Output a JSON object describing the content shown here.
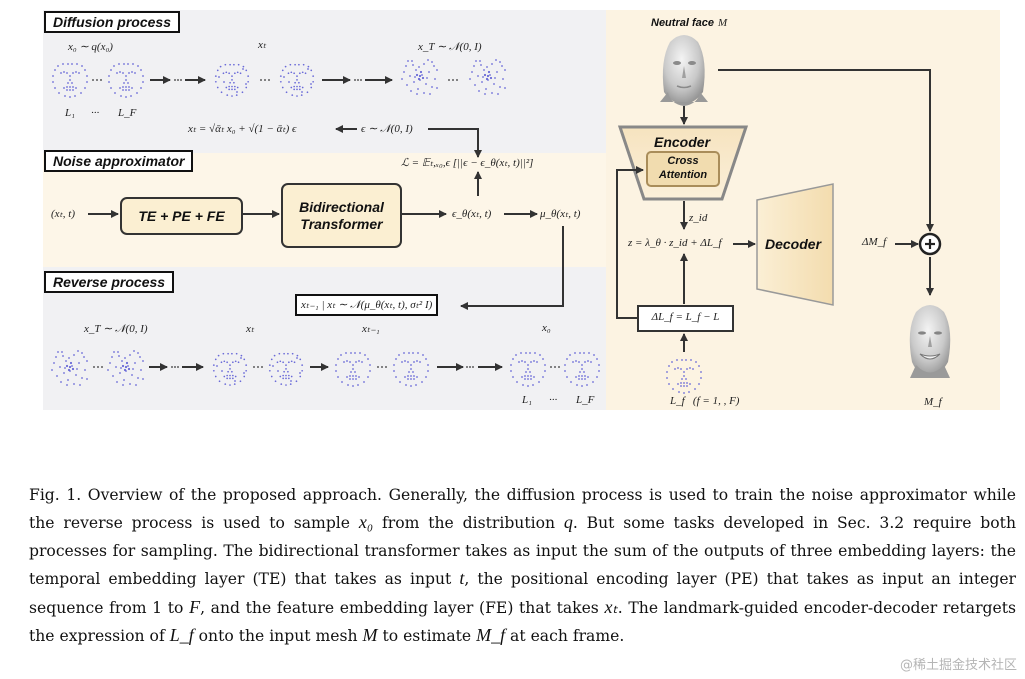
{
  "diffusion": {
    "title": "Diffusion process",
    "x0_dist": "x₀ ∼ q(x₀)",
    "xt": "xₜ",
    "xT_dist": "x_T ∼ 𝒩(0, I)",
    "L1": "L₁",
    "dots": "···",
    "LF": "L_F",
    "xt_formula": "xₜ = √ᾱₜ x₀ + √(1 − ᾱₜ) ϵ",
    "eps_dist": "ϵ ∼ 𝒩(0, I)"
  },
  "noise": {
    "title": "Noise approximator",
    "loss": "ℒ = 𝔼ₜ,ₓ₀,ϵ [||ϵ − ϵ_θ(xₜ, t)||²]",
    "input": "(xₜ, t)",
    "embed_box": "TE + PE + FE",
    "transformer_line1": "Bidirectional",
    "transformer_line2": "Transformer",
    "eps_theta": "ϵ_θ(xₜ, t)",
    "mu_theta": "μ_θ(xₜ, t)"
  },
  "reverse": {
    "title": "Reverse process",
    "sampling": "xₜ₋₁ | xₜ ∼ 𝒩(μ_θ(xₜ, t), σₜ² I)",
    "xT_dist": "x_T ∼ 𝒩(0, I)",
    "xt": "xₜ",
    "xt1": "xₜ₋₁",
    "x0": "x₀",
    "L1": "L₁",
    "dots": "···",
    "LF": "L_F"
  },
  "retarget": {
    "neutral_label": "Neutral face",
    "neutral_var": "M",
    "encoder": "Encoder",
    "cross_line1": "Cross",
    "cross_line2": "Attention",
    "z_id": "z_id",
    "z_formula": "z = λ_θ · z_id + ΔL_f",
    "decoder": "Decoder",
    "delta_m": "ΔM_f",
    "plus": "+",
    "delta_l": "ΔL_f = L_f − L",
    "lf_label": "L_f   (f = 1, , F)",
    "mf_label": "M_f"
  },
  "caption": {
    "p1": "Fig. 1. Overview of the proposed approach. Generally, the diffusion process is used to train the noise approximator while the reverse process is used to sample ",
    "v1": "x₀",
    "p2": " from the distribution ",
    "v2": "q",
    "p3": ". But some tasks developed in Sec. 3.2 require both processes for sampling. The bidirectional transformer takes as input the sum of the outputs of three embedding layers: the temporal embedding layer (TE) that takes as input ",
    "v3": "t",
    "p4": ", the positional encoding layer (PE) that takes as input an integer sequence from 1 to ",
    "v4": "F",
    "p5": ", and the feature embedding layer (FE) that takes ",
    "v5": "xₜ",
    "p6": ". The landmark-guided encoder-decoder retargets the expression of ",
    "v6": "L_f",
    "p7": " onto the input mesh ",
    "v7": "M",
    "p8": " to estimate ",
    "v8": "M_f",
    "p9": " at each frame."
  },
  "watermark": "@稀土掘金技术社区",
  "colors": {
    "diffusion_bg": "#f1f1f3",
    "noise_bg": "#fdf6e8",
    "retarget_bg": "#fcf3e2",
    "box_fill": "#fbefd2",
    "landmark_dots": "#6a6ad8"
  }
}
